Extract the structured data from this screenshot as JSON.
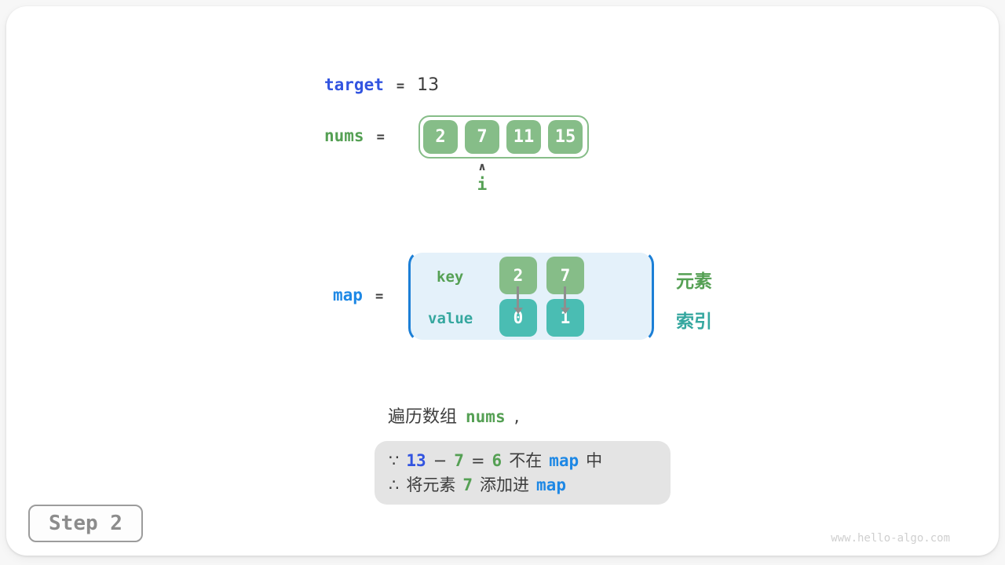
{
  "colors": {
    "indigo_blue": "#3254E0",
    "sky_blue": "#1E88E5",
    "green_text": "#55A054",
    "teal_text": "#35A79F",
    "green_box": "#86BD88",
    "teal_box": "#4ABDB3",
    "map_panel_bg": "#E4F1FA",
    "map_panel_border": "#1C7FD6",
    "note_bg": "#E4E4E4",
    "dark_text": "#3C3C3C",
    "arrow_gray": "#8E8E8E",
    "step_gray": "#8C8C8C",
    "watermark_gray": "#CFCFCF"
  },
  "target": {
    "label": "target",
    "equals": "=",
    "value": "13"
  },
  "nums": {
    "label": "nums",
    "equals": "=",
    "values": [
      "2",
      "7",
      "11",
      "15"
    ],
    "pointer_index": 1,
    "pointer_icon": "∧",
    "pointer_label": "i"
  },
  "map": {
    "label": "map",
    "equals": "=",
    "key_label": "key",
    "value_label": "value",
    "entries": [
      {
        "key": "2",
        "value": "0"
      },
      {
        "key": "7",
        "value": "1"
      }
    ],
    "element_label": "元素",
    "index_label": "索引"
  },
  "caption": {
    "prefix": "遍历数组",
    "code": "nums",
    "comma": ","
  },
  "note": {
    "lines": [
      {
        "segments": [
          [
            "∵",
            "dark"
          ],
          [
            "13",
            "blue"
          ],
          [
            "−",
            "dark"
          ],
          [
            "7",
            "green"
          ],
          [
            "=",
            "dark"
          ],
          [
            "6",
            "green"
          ],
          [
            "不在",
            "dark"
          ],
          [
            "map",
            "sky"
          ],
          [
            "中",
            "dark"
          ]
        ]
      },
      {
        "segments": [
          [
            "∴",
            "dark"
          ],
          [
            "将元素",
            "dark"
          ],
          [
            "7",
            "green"
          ],
          [
            "添加进",
            "dark"
          ],
          [
            "map",
            "sky"
          ]
        ]
      }
    ]
  },
  "step": {
    "label": "Step 2"
  },
  "watermark": "www.hello-algo.com"
}
